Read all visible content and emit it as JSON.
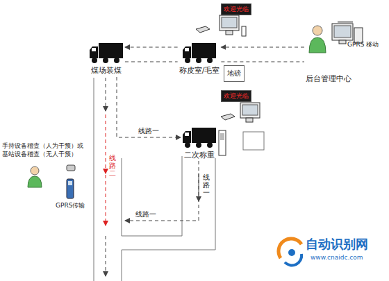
{
  "diagram": {
    "nodes": [
      {
        "text": [
          "煤场装煤"
        ]
      },
      {
        "text": [
          "称皮室/毛室"
        ]
      },
      {
        "text": [
          "欢迎光临"
        ]
      },
      {
        "text": [
          "地磅"
        ]
      },
      {
        "text": [
          "后台管理中心"
        ]
      },
      {
        "text": [
          "欢迎光临"
        ]
      },
      {
        "text": [
          "二次称重"
        ]
      }
    ],
    "edges": [
      {
        "from": 4,
        "to": 1,
        "arrow": "to"
      },
      {
        "from": 1,
        "to": 0,
        "arrow": "to"
      },
      {
        "from": 0,
        "to": 1,
        "arrow": "none"
      },
      {
        "from": 1,
        "to": 4,
        "arrow": "none"
      },
      {
        "from": 0,
        "to": 6,
        "label": "线路一",
        "arrow": "to"
      }
    ],
    "labels": [
      "GPRS 移动",
      "手持设备稽查（人为干预）或",
      "基站设备稽查（无人干预）",
      "GPRS传输",
      "线路二",
      "线路一",
      "线路一",
      "自动识别网",
      "www.cnaidc.com"
    ]
  }
}
